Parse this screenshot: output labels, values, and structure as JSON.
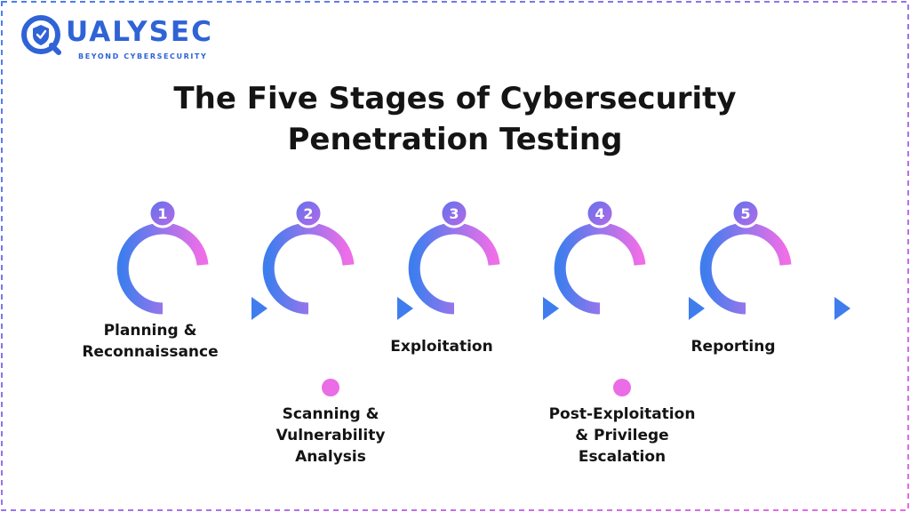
{
  "logo": {
    "name": "UALYSEC",
    "tagline": "BEYOND CYBERSECURITY",
    "mark": "shield-q-icon"
  },
  "title": {
    "line1": "The Five Stages of Cybersecurity",
    "line2": "Penetration Testing"
  },
  "colors": {
    "blue": "#3f7dee",
    "violet": "#8a63ea",
    "pink": "#ef6ee8",
    "text": "#141414",
    "brand": "#2f63d6"
  },
  "stages": [
    {
      "number": "1",
      "label_lines": [
        "Planning &",
        "Reconnaissance"
      ],
      "position": "above"
    },
    {
      "number": "2",
      "label_lines": [
        "Scanning &",
        "Vulnerability",
        "Analysis"
      ],
      "position": "below"
    },
    {
      "number": "3",
      "label_lines": [
        "Exploitation"
      ],
      "position": "above"
    },
    {
      "number": "4",
      "label_lines": [
        "Post-Exploitation",
        "& Privilege",
        "Escalation"
      ],
      "position": "below"
    },
    {
      "number": "5",
      "label_lines": [
        "Reporting"
      ],
      "position": "above"
    }
  ]
}
